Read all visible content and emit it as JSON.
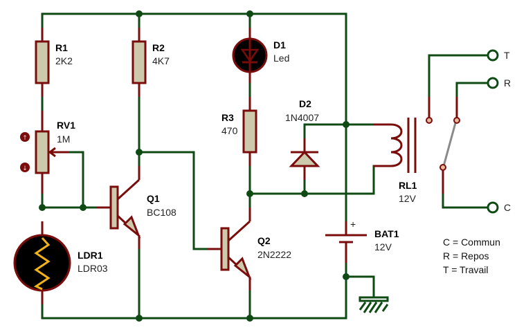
{
  "components": {
    "r1": {
      "ref": "R1",
      "value": "2K2"
    },
    "r2": {
      "ref": "R2",
      "value": "4K7"
    },
    "r3": {
      "ref": "R3",
      "value": "470"
    },
    "rv1": {
      "ref": "RV1",
      "value": "1M"
    },
    "ldr1": {
      "ref": "LDR1",
      "value": "LDR03"
    },
    "q1": {
      "ref": "Q1",
      "value": "BC108"
    },
    "q2": {
      "ref": "Q2",
      "value": "2N2222"
    },
    "d1": {
      "ref": "D1",
      "value": "Led"
    },
    "d2": {
      "ref": "D2",
      "value": "1N4007"
    },
    "rl1": {
      "ref": "RL1",
      "value": "12V"
    },
    "bat1": {
      "ref": "BAT1",
      "value": "12V",
      "polarity": "+"
    }
  },
  "terminals": {
    "t": "T",
    "r": "R",
    "c": "C"
  },
  "legend": [
    "C = Commun",
    "R = Repos",
    "T = Travail"
  ],
  "rv1_controls": {
    "up": "↑",
    "down": "↓"
  },
  "colors": {
    "wire": "#0f4a14",
    "component": "#7a0c0c",
    "body_fill": "#cdc9ac",
    "ldr_zigzag": "#f2b31a"
  }
}
